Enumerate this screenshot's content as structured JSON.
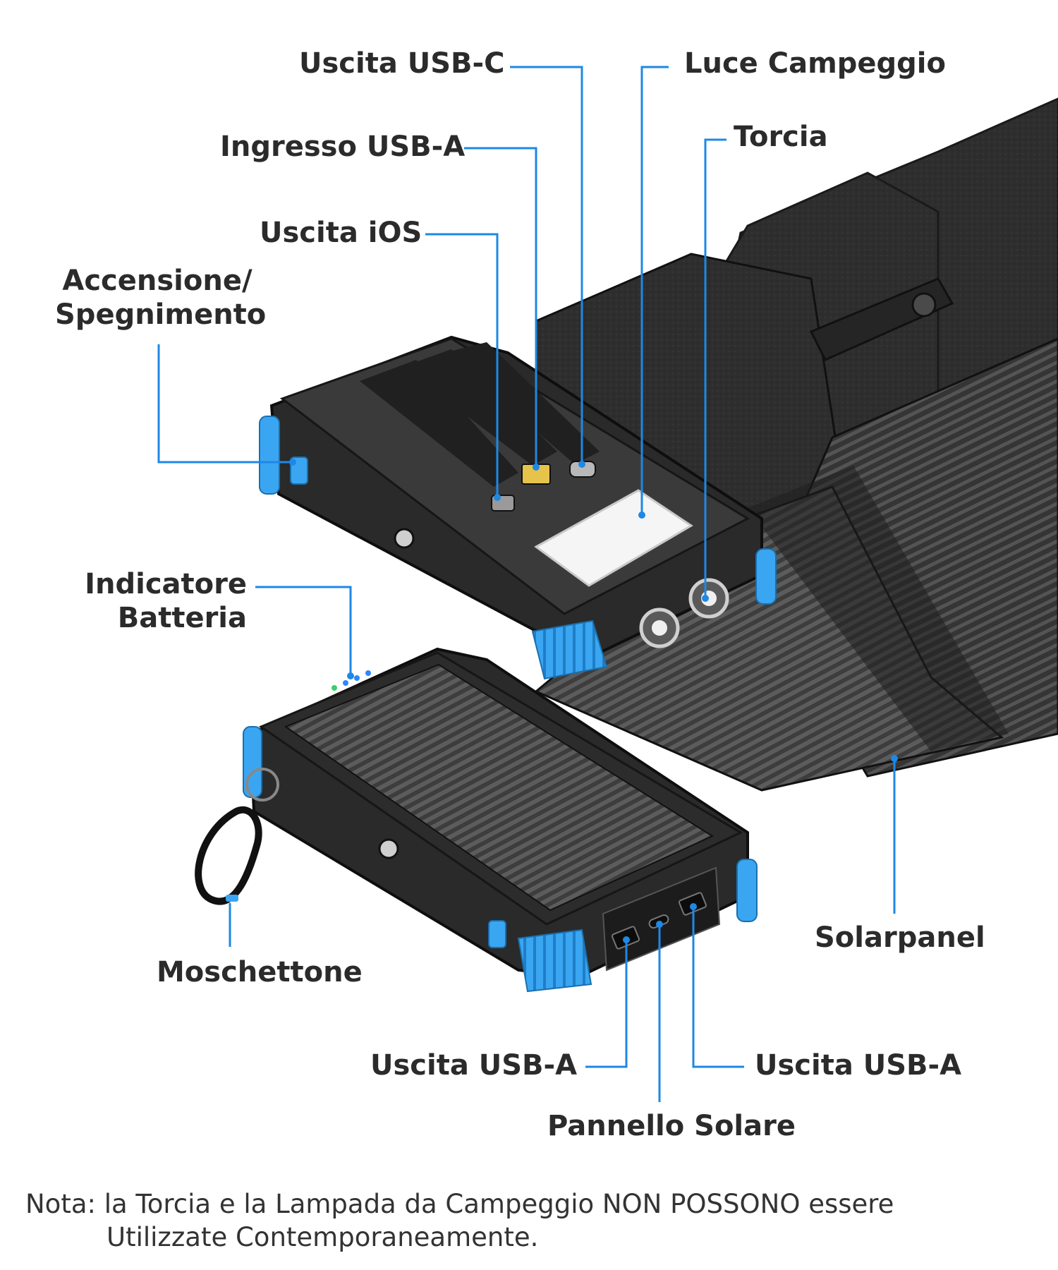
{
  "labels": {
    "usb_c_output": "Uscita USB-C",
    "camping_light": "Luce Campeggio",
    "usb_a_input": "Ingresso USB-A",
    "flashlight": "Torcia",
    "ios_output": "Uscita iOS",
    "power_line1": "Accensione/",
    "power_line2": "Spegnimento",
    "battery_line1": "Indicatore",
    "battery_line2": "Batteria",
    "carabiner": "Moschettone",
    "solarpanel": "Solarpanel",
    "usb_a_output_left": "Uscita USB-A",
    "usb_a_output_right": "Uscita USB-A",
    "solar_panel_port": "Pannello Solare"
  },
  "note": {
    "line1": "Nota: la Torcia e la Lampada da Campeggio NON POSSONO essere",
    "line2": "Utilizzate Contemporaneamente."
  },
  "colors": {
    "callout": "#1e88e5",
    "accent_blue": "#3aa6f2",
    "body": "#2a2a2a",
    "leather": "#2f2f2f"
  }
}
